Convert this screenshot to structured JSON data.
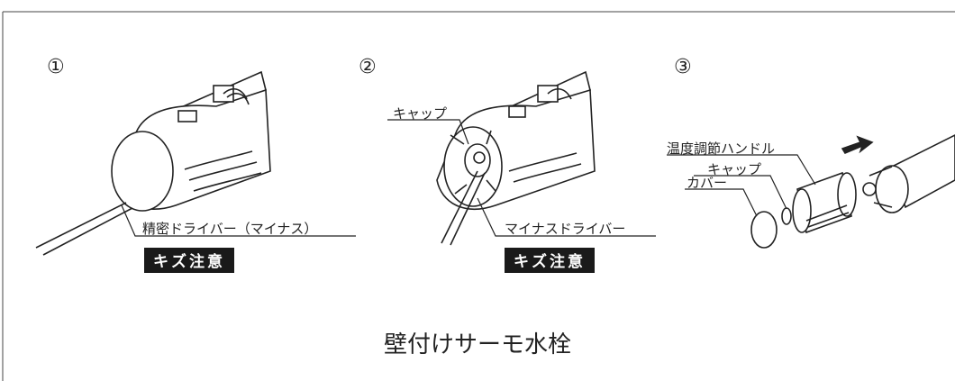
{
  "steps": [
    {
      "number": "①",
      "tool_label": "精密ドライバー（マイナス）",
      "warning": "キズ注意"
    },
    {
      "number": "②",
      "cap_label": "キャップ",
      "tool_label": "マイナスドライバー",
      "warning": "キズ注意"
    },
    {
      "number": "③",
      "handle_label": "温度調節ハンドル",
      "cap_label": "キャップ",
      "cover_label": "カバー"
    }
  ],
  "caption": "壁付けサーモ水栓"
}
